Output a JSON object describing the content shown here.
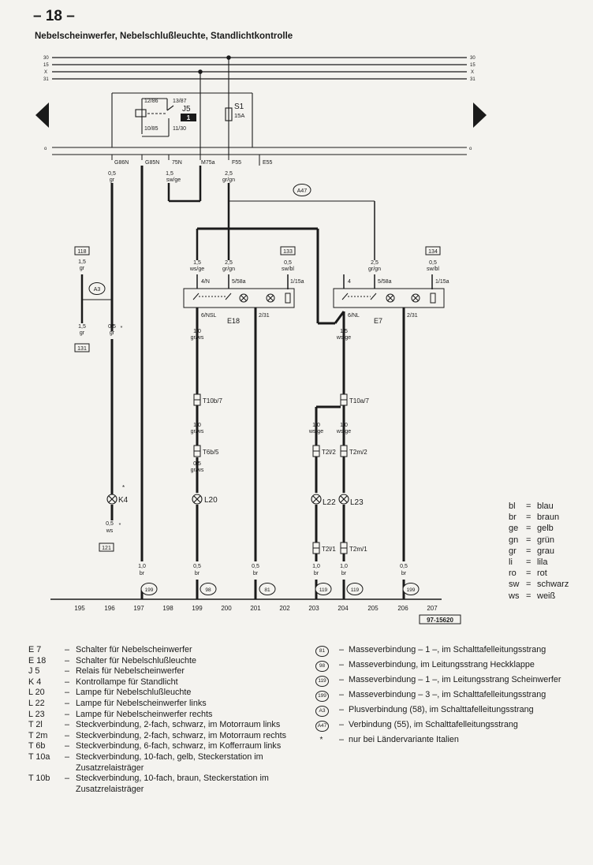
{
  "page": {
    "number": "– 18 –",
    "title": "Nebelscheinwerfer, Nebelschlußleuchte, Standlichtkontrolle"
  },
  "rails": {
    "left_labels": [
      "30",
      "15",
      "X",
      "31"
    ],
    "right_labels": [
      "30",
      "15",
      "X",
      "31"
    ]
  },
  "relay": {
    "name": "J5",
    "number": "1",
    "terminals": [
      "12/86",
      "13/87",
      "10/85",
      "11/30"
    ]
  },
  "fuse": {
    "name": "S1",
    "rating": "15A"
  },
  "connector_row": [
    "G86N",
    "G85N",
    "75N",
    "M75a",
    "F55",
    "E55"
  ],
  "top_wires": {
    "w1": [
      "0,5",
      "gr"
    ],
    "w2": [
      "1,5",
      "sw/ge"
    ],
    "w3": [
      "2,5",
      "gr/gn"
    ]
  },
  "markers": {
    "a47": "A47",
    "a3": "A3"
  },
  "boxes": {
    "b118": "118",
    "b131": "131",
    "b133": "133",
    "b134": "134",
    "b121": "121"
  },
  "switch_e18": {
    "name": "E18",
    "pins": [
      "4/N",
      "5/58a",
      "1/15a",
      "6/NSL",
      "2/31"
    ],
    "wires_in": [
      [
        "1,5",
        "ws/ge"
      ],
      [
        "2,5",
        "gr/gn"
      ],
      [
        "0,5",
        "sw/bl"
      ]
    ]
  },
  "switch_e7": {
    "name": "E7",
    "pins": [
      "4",
      "5/58a",
      "1/15a",
      "6/NL",
      "2/31"
    ],
    "wires_in": [
      [
        "2,5",
        "gr/gn"
      ],
      [
        "0,5",
        "sw/bl"
      ]
    ]
  },
  "mid_wires": {
    "a3_top": [
      "1,5",
      "gr"
    ],
    "a3_bot": [
      "1,5",
      "gr"
    ],
    "k4_top": [
      "0,5",
      "gr"
    ],
    "e18_out": [
      "1,0",
      "gr/ws"
    ],
    "e7_out": [
      "1,5",
      "ws/ge"
    ],
    "t10b_out": [
      "1,0",
      "gr/ws"
    ],
    "t6b_out": [
      "0,5",
      "gr/ws"
    ],
    "t10a_left": [
      "1,0",
      "ws/ge"
    ],
    "t10a_right": [
      "1,0",
      "ws/ge"
    ],
    "k4_bot": [
      "0,5",
      "ws"
    ]
  },
  "components": {
    "k4": "K4",
    "l20": "L20",
    "l22": "L22",
    "l23": "L23",
    "t10b": "T10b/7",
    "t10a": "T10a/7",
    "t6b": "T6b/5",
    "t2l2": "T2l/2",
    "t2m2": "T2m/2",
    "t2l1": "T2l/1",
    "t2m1": "T2m/1"
  },
  "bottom_wires": [
    [
      "1,0",
      "br"
    ],
    [
      "0,5",
      "br"
    ],
    [
      "0,5",
      "br"
    ],
    [
      "1,0",
      "br"
    ],
    [
      "1,0",
      "br"
    ],
    [
      "0,5",
      "br"
    ]
  ],
  "ground_markers": [
    "199",
    "98",
    "81",
    "119",
    "119",
    "199"
  ],
  "scale": [
    "195",
    "196",
    "197",
    "198",
    "199",
    "200",
    "201",
    "202",
    "203",
    "204",
    "205",
    "206",
    "207"
  ],
  "doc_id": "97-15620",
  "star": "*",
  "abbreviations": [
    {
      "k": "bl",
      "v": "blau"
    },
    {
      "k": "br",
      "v": "braun"
    },
    {
      "k": "ge",
      "v": "gelb"
    },
    {
      "k": "gn",
      "v": "grün"
    },
    {
      "k": "gr",
      "v": "grau"
    },
    {
      "k": "li",
      "v": "lila"
    },
    {
      "k": "ro",
      "v": "rot"
    },
    {
      "k": "sw",
      "v": "schwarz"
    },
    {
      "k": "ws",
      "v": "weiß"
    }
  ],
  "legend_left": [
    {
      "code": "E 7",
      "desc": "Schalter für Nebelscheinwerfer"
    },
    {
      "code": "E 18",
      "desc": "Schalter für Nebelschlußleuchte"
    },
    {
      "code": "J 5",
      "desc": "Relais für Nebelscheinwerfer"
    },
    {
      "code": "K 4",
      "desc": "Kontrollampe für Standlicht"
    },
    {
      "code": "L 20",
      "desc": "Lampe für Nebelschlußleuchte"
    },
    {
      "code": "L 22",
      "desc": "Lampe für Nebelscheinwerfer links"
    },
    {
      "code": "L 23",
      "desc": "Lampe für Nebelscheinwerfer rechts"
    },
    {
      "code": "T 2l",
      "desc": "Steckverbindung, 2-fach, schwarz, im Motorraum links"
    },
    {
      "code": "T 2m",
      "desc": "Steckverbindung, 2-fach, schwarz, im Motorraum rechts"
    },
    {
      "code": "T 6b",
      "desc": "Steckverbindung, 6-fach, schwarz, im Kofferraum links"
    },
    {
      "code": "T 10a",
      "desc": "Steckverbindung, 10-fach, gelb, Steckerstation im Zusatzrelaisträger"
    },
    {
      "code": "T 10b",
      "desc": "Steckverbindung, 10-fach, braun, Steckerstation im Zusatzrelaisträger"
    }
  ],
  "legend_right": [
    {
      "sym": "81",
      "desc": "Masseverbindung – 1 –, im Schalttafelleitungsstrang"
    },
    {
      "sym": "98",
      "desc": "Masseverbindung, im Leitungsstrang Heckklappe"
    },
    {
      "sym": "119",
      "desc": "Masseverbindung – 1 –, im Leitungsstrang Scheinwerfer"
    },
    {
      "sym": "199",
      "desc": "Masseverbindung – 3 –, im Schalttafelleitungsstrang"
    },
    {
      "sym": "A3",
      "desc": "Plusverbindung (58), im Schalttafelleitungsstrang"
    },
    {
      "sym": "A47",
      "desc": "Verbindung (55), im Schalttafelleitungsstrang"
    },
    {
      "sym": "*",
      "desc": "nur bei Ländervariante Italien"
    }
  ]
}
